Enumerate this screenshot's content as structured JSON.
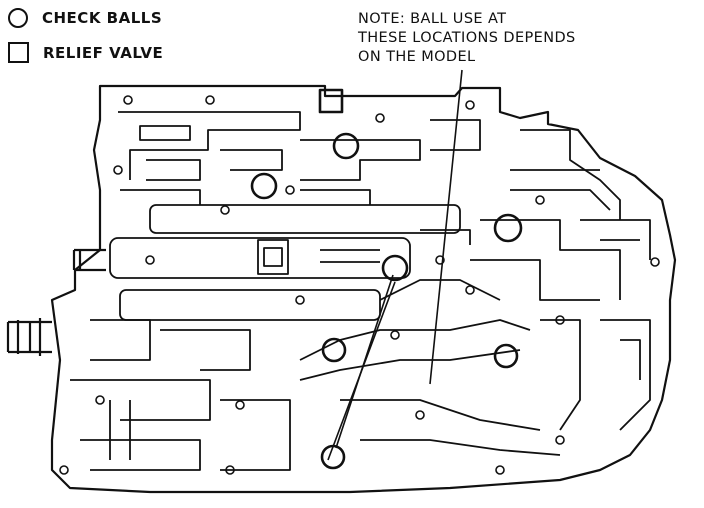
{
  "legend": {
    "check_balls": "CHECK BALLS",
    "relief_valve": "RELIEF VALVE"
  },
  "note": {
    "line1": "NOTE: BALL USE AT",
    "line2": "THESE LOCATIONS DEPENDS",
    "line3": "ON THE MODEL"
  },
  "colors": {
    "ink": "#111111",
    "paper": "#ffffff"
  }
}
